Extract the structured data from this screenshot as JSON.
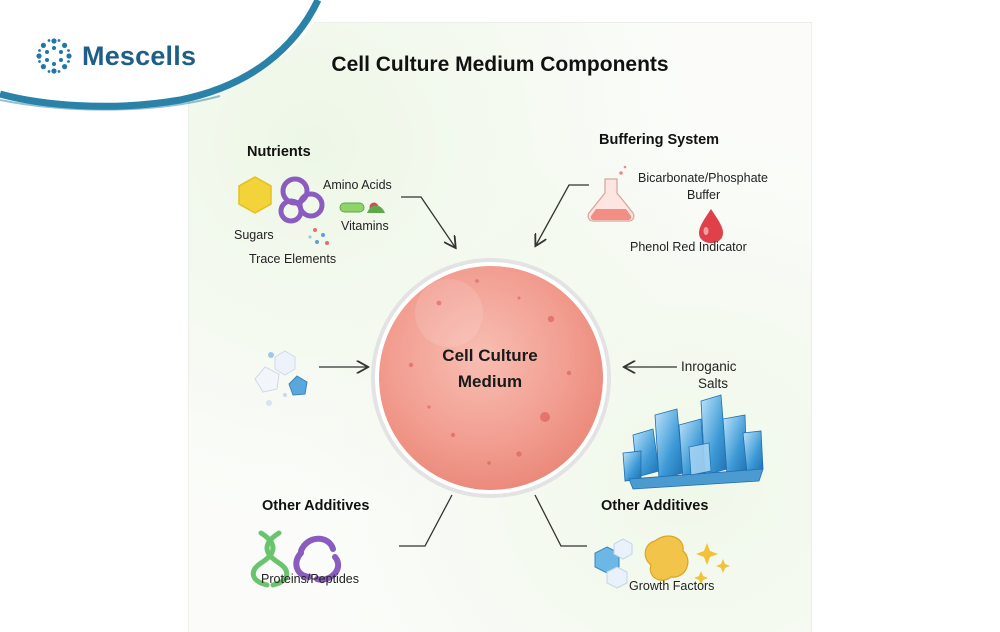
{
  "brand": {
    "name": "Mescells",
    "logo_icon": "cell-cluster-icon",
    "accent": "#1d5f86"
  },
  "diagram": {
    "title": "Cell Culture Medium Components",
    "center": {
      "line1": "Cell Culture",
      "line2": "Medium"
    },
    "nutrients": {
      "heading": "Nutrients",
      "amino_acids": "Amino Acids",
      "vitamins": "Vitamins",
      "sugars": "Sugars",
      "trace_elements": "Trace Elements"
    },
    "buffering": {
      "heading": "Buffering System",
      "buffer_line1": "Bicarbonate/Phosphate",
      "buffer_line2": "Buffer",
      "indicator": "Phenol Red Indicator"
    },
    "salts": {
      "line1": "Inroganic",
      "line2": "Salts"
    },
    "additives_left": {
      "heading": "Other Additives",
      "label": "Proteins/Peptides"
    },
    "additives_right": {
      "heading": "Other Additives",
      "label": "Growth Factors"
    }
  },
  "colors": {
    "medium_fill": "#f4a89c",
    "swoosh": "#2a82a8",
    "crystal": "#3d9ad6",
    "amino_ring": "#8b5cc0",
    "sugar": "#f2d33a",
    "protein_green": "#69c46d",
    "growth_factor": "#f3c44a"
  }
}
